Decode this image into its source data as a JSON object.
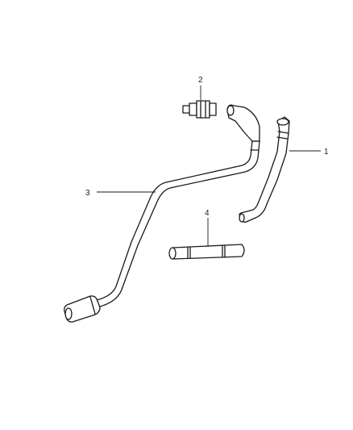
{
  "callouts": {
    "c1": "1",
    "c2": "2",
    "c3": "3",
    "c4": "4"
  },
  "colors": {
    "stroke": "#1a1a1a",
    "background": "#ffffff"
  }
}
